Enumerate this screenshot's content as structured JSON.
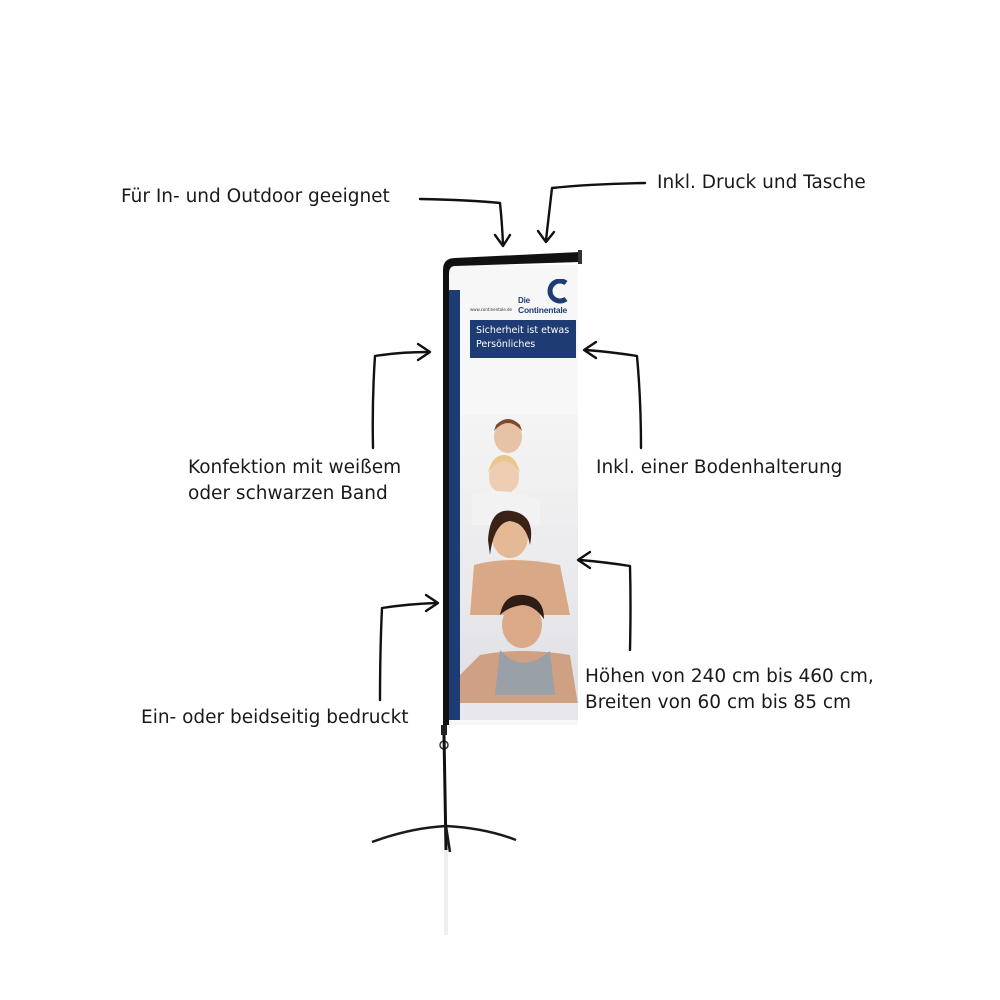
{
  "labels": {
    "outdoor": "Für In- und Outdoor geeignet",
    "print_bag": "Inkl. Druck und Tasche",
    "tape_line1": "Konfektion mit weißem",
    "tape_line2": "oder schwarzen Band",
    "base": "Inkl. einer Bodenhalterung",
    "sizes_line1": "Höhen von 240 cm bis 460 cm,",
    "sizes_line2": "Breiten von 60 cm bis 85 cm",
    "sided": "Ein- oder beidseitig bedruckt"
  },
  "banner": {
    "url": "www.continentale.de",
    "logo_text_small": "Die",
    "logo_text": "Continentale",
    "slogan_line1": "Sicherheit ist etwas",
    "slogan_line2": "Persönliches"
  },
  "colors": {
    "brand_blue": "#1e3c73",
    "pole": "#111111",
    "text": "#1a1a1a"
  }
}
